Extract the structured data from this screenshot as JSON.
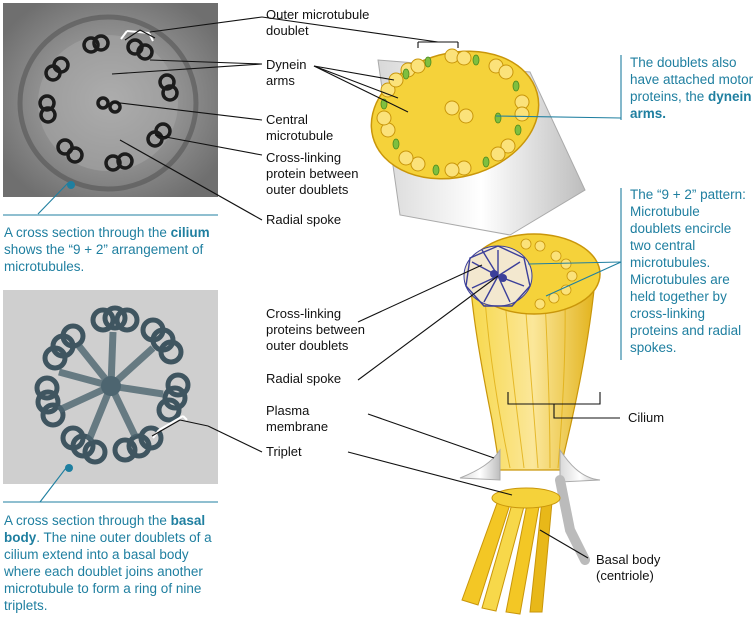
{
  "labels": {
    "outer_doublet": "Outer microtubule\ndoublet",
    "dynein_arms": "Dynein\narms",
    "central_microtubule": "Central\nmicrotubule",
    "crosslink_top": "Cross-linking\nprotein between\nouter doublets",
    "radial_spoke_top": "Radial spoke",
    "crosslink_mid": "Cross-linking\nproteins between\nouter doublets",
    "radial_spoke_mid": "Radial spoke",
    "plasma_membrane": "Plasma\nmembrane",
    "triplet": "Triplet",
    "cilium": "Cilium",
    "basal_body": "Basal body\n(centriole)"
  },
  "captions": {
    "cilium_pre": "A cross section through the ",
    "cilium_bold": "cilium",
    "cilium_post": " shows the “9 + 2” arrangement of microtubules.",
    "basal_pre": "A cross section through the ",
    "basal_bold": "basal body",
    "basal_post": ". The nine outer doublets of a cilium extend into a basal body where each doublet joins another microtubule to form a ring of nine triplets.",
    "dynein_pre": "The doublets also have attached motor proteins, the ",
    "dynein_bold": "dynein arms.",
    "pattern": "The “9 + 2” pattern: Microtubule doublets encircle two central microtubules. Microtubules are held together by cross-linking proteins and radial spokes."
  },
  "colors": {
    "caption": "#1f7fa0",
    "tubule": "#f2c41c",
    "tubule_dark": "#c9960a",
    "dynein": "#7fbf3f",
    "spoke": "#3b3f9a"
  }
}
